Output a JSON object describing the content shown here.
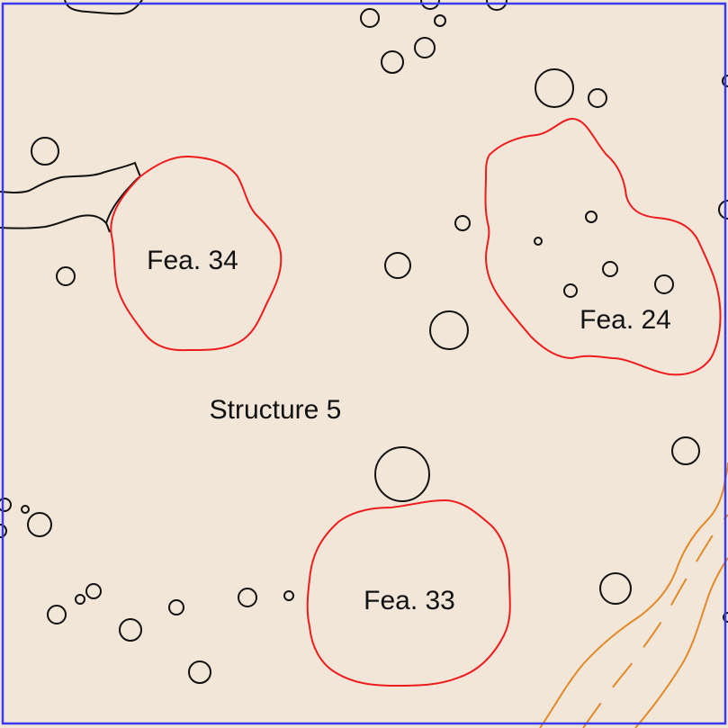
{
  "colors": {
    "background": "#f2e6d8",
    "frame": "#3a3aee",
    "feature_outline": "#ee1c1c",
    "posthole_outline": "#111111",
    "stream": "#e08a2a"
  },
  "labels": {
    "structure": "Structure 5",
    "fea34": "Fea. 34",
    "fea24": "Fea. 24",
    "fea33": "Fea. 33"
  }
}
